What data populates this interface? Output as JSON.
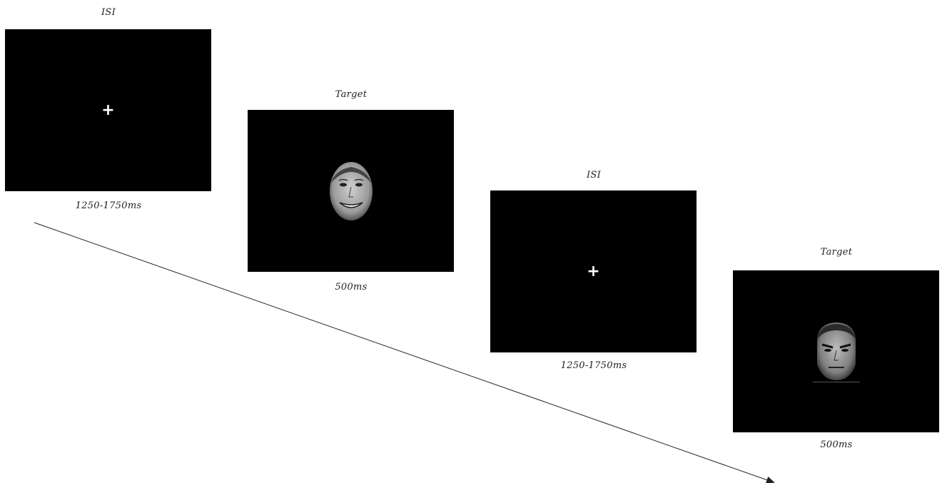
{
  "frames": [
    {
      "title": "ISI",
      "duration": "1250-1750ms",
      "content": "fixation-cross",
      "symbol": "+"
    },
    {
      "title": "Target",
      "duration": "500ms",
      "content": "happy-face"
    },
    {
      "title": "ISI",
      "duration": "1250-1750ms",
      "content": "fixation-cross",
      "symbol": "+"
    },
    {
      "title": "Target",
      "duration": "500ms",
      "content": "angry-face"
    }
  ],
  "colors": {
    "screen": "#000000",
    "background": "#ffffff",
    "arrow": "#222222",
    "text": "#222222"
  }
}
